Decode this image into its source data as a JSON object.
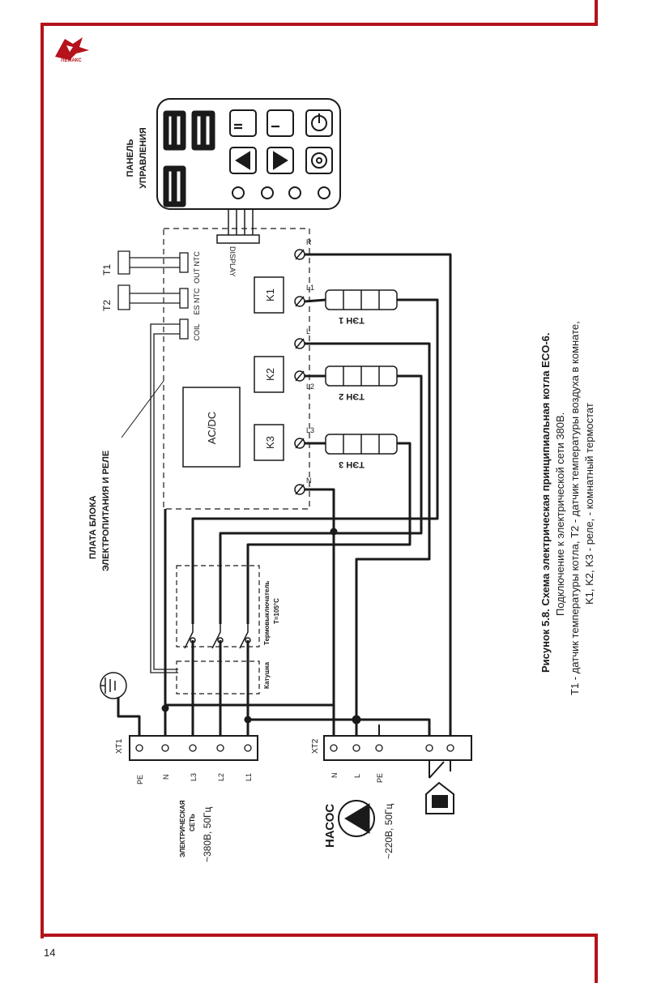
{
  "brand": {
    "logo_text": "ЛЕМАКС"
  },
  "page_number": "14",
  "panel": {
    "title_line1": "ПАНЕЛЬ",
    "title_line2": "УПРАВЛЕНИЯ",
    "display_label": "DISPLAY",
    "digits": "88.8",
    "btn_two": "II",
    "btn_one": "I"
  },
  "board": {
    "title_line1": "ПЛАТА БЛОКА",
    "title_line2": "ЭЛЕКТРОПИТАНИЯ И РЕЛЕ",
    "acdc": "AC/DC",
    "relays": [
      "K1",
      "K2",
      "K3"
    ]
  },
  "connectors": {
    "out_ntc": "OUT NTC",
    "es_ntc": "ES NTC",
    "coil": "COIL",
    "t1": "T1",
    "t2": "T2"
  },
  "terminals_board": [
    "R",
    "L1",
    "L",
    "L2",
    "L3",
    "N"
  ],
  "heaters": [
    "ТЭН 1",
    "ТЭН 2",
    "ТЭН 3"
  ],
  "contactor": {
    "coil_label": "Катушка",
    "switch_label": "Термовыключатель",
    "temp_label": "T=105°C"
  },
  "xt1": {
    "name": "XT1",
    "pins": [
      "PE",
      "N",
      "L3",
      "L2",
      "L1"
    ],
    "title_line1": "ЭЛЕКТРИЧЕСКАЯ",
    "title_line2": "СЕТЬ",
    "supply": "~380В, 50Гц"
  },
  "xt2": {
    "name": "XT2",
    "pins": [
      "N",
      "L",
      "PE"
    ],
    "pump": "НАСОС",
    "supply": "~220В, 50Гц"
  },
  "caption": {
    "title": "Рисунок 5.8. Схема электрическая принципиальная котла ECO-6.",
    "line1": "Подключение к электрической сети 380В.",
    "line2": "T1 - датчик температуры котла, T2 - датчик температуры воздуха в комнате,",
    "line3": "K1, K2, K3 - реле,     - комнатный термостат"
  },
  "colors": {
    "brand_red": "#b5121b",
    "line": "#1a1a1a"
  }
}
